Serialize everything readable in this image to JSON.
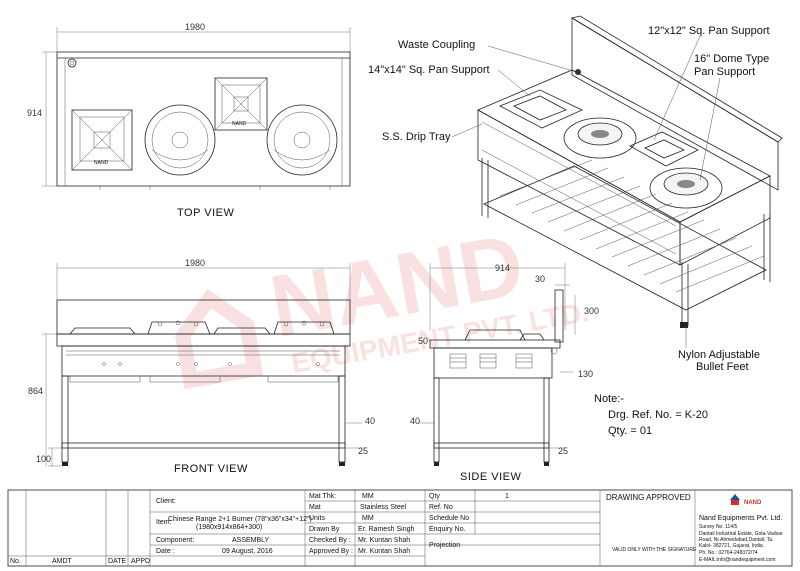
{
  "views": {
    "top": "TOP VIEW",
    "front": "FRONT  VIEW",
    "side": "SIDE VIEW"
  },
  "dims": {
    "top_width": "1980",
    "top_depth": "914",
    "front_width": "1980",
    "front_height": "864",
    "front_leg": "100",
    "front_r40": "40",
    "front_r25": "25",
    "side_depth": "914",
    "side_30": "30",
    "side_300": "300",
    "side_50": "50",
    "side_130": "130",
    "side_l40": "40",
    "side_l25": "25"
  },
  "stamp": "NAND",
  "watermark": {
    "main": "NAND",
    "sub": "EQUIPMENT PVT. LTD."
  },
  "callouts": {
    "waste_coupling": "Waste Coupling",
    "pan14": "14\"x14\" Sq. Pan Support",
    "drip_tray": "S.S. Drip Tray",
    "pan12": "12\"x12\" Sq. Pan Support",
    "dome16_l1": "16\" Dome Type",
    "dome16_l2": "Pan Support",
    "nylon_l1": "Nylon Adjustable",
    "nylon_l2": "Bullet Feet"
  },
  "notes": {
    "title": "Note:-",
    "drg": "Drg. Ref. No. = K-20",
    "qty": "Qty. = 01"
  },
  "title_block": {
    "client_label": "Client:",
    "client_value": "",
    "item_label": "Item:",
    "item_line1": "Chinese Range 2+1 Burner (78\"x36\"x34\"+12\")",
    "item_line2": "(1980x914x864+300)",
    "component_label": "Component:",
    "component_value": "ASSEMBLY",
    "date_label": "Date :",
    "date_value": "09 August, 2016",
    "mat_thk_label": "Mat Thk:",
    "mat_thk_value": "MM",
    "mat_label": "Mat",
    "mat_value": "Stainless Steel",
    "units_label": "Units",
    "units_value": "MM",
    "drawn_label": "Drawn By",
    "drawn_value": "Er. Ramesh Singh",
    "checked_label": "Checked By :",
    "checked_value": "Mr. Kuntan Shah",
    "approved_label": "Approved By :",
    "approved_value": "Mr. Kuntan Shah",
    "qty_label": "Qty",
    "qty_value": "1",
    "ref_label": "Ref. No",
    "schedule_label": "Schedule No",
    "enquiry_label": "Enquiry No.",
    "projection_label": "Projection",
    "drawing_approved": "DRAWING APPROVED",
    "valid_note": "VALID ONLY WITH THE SIGNATURE",
    "no_label": "No.",
    "amdt_label": "AMDT",
    "date_col_label": "DATE",
    "appd_label": "APPD"
  },
  "company": {
    "logo": "NAND",
    "name": "Nand Equipments Pvt. Ltd.",
    "survey": "Survey No. 114/5",
    "addr1": "Dantali Industrial Estate, Gota-Vadsar",
    "addr2": "Road, Nr.Ahmedabad,Dantali, Ta.",
    "addr3": "Kalol- 382721, Gujarat, India.",
    "phone": "Ph. No.: 02764-248372/74",
    "email": "E-MAIL:info@nandequipment.com"
  }
}
